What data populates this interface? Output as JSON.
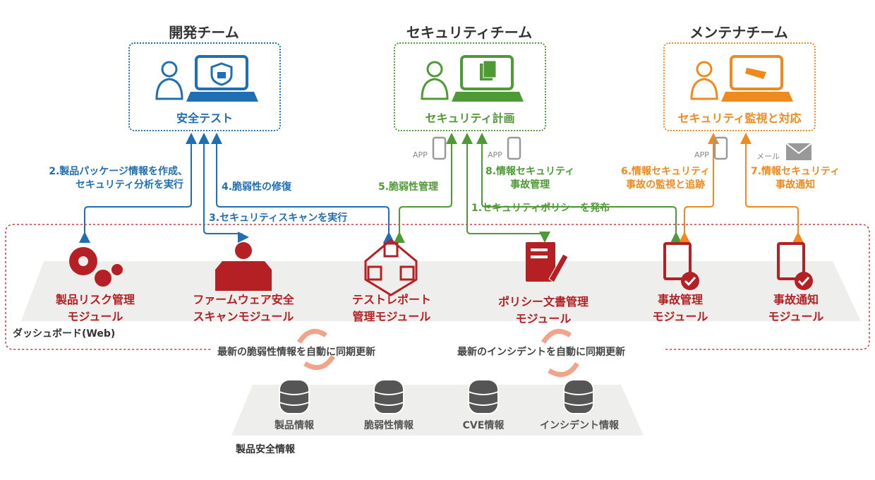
{
  "teams": [
    {
      "title": "開発チーム",
      "role": "安全テスト",
      "color": "#1f6fb2"
    },
    {
      "title": "セキュリティチーム",
      "role": "セキュリティ計画",
      "color": "#4e9a35"
    },
    {
      "title": "メンテナチーム",
      "role": "セキュリティ監視と対応",
      "color": "#ef8a1f"
    }
  ],
  "flows": {
    "f1": "1.セキュリティポリシーを発布",
    "f2a": "2.製品パッケージ情報を作成、",
    "f2b": "セキュリティ分析を実行",
    "f3": "3.セキュリティスキャンを実行",
    "f4": "4.脆弱性の修復",
    "f5": "5.脆弱性管理",
    "f6a": "6.情報セキュリティ",
    "f6b": "事故の監視と追跡",
    "f7a": "7.情報セキュリティ",
    "f7b": "事故通知",
    "f8a": "8.情報セキュリティ",
    "f8b": "事故管理"
  },
  "channels": {
    "app": "APP",
    "mail": "メール"
  },
  "modules": [
    {
      "l1": "製品リスク管理",
      "l2": "モジュール"
    },
    {
      "l1": "ファームウェア安全",
      "l2": "スキャンモジュール"
    },
    {
      "l1": "テストレポート",
      "l2": "管理モジュール"
    },
    {
      "l1": "ポリシー文書管理",
      "l2": "モジュール"
    },
    {
      "l1": "事故管理",
      "l2": "モジュール"
    },
    {
      "l1": "事故通知",
      "l2": "モジュール"
    }
  ],
  "dashboard": "ダッシュボード(Web)",
  "sync": {
    "left": "最新の脆弱性情報を自動に同期更新",
    "right": "最新のインシデントを自動に同期更新"
  },
  "databases": [
    "製品情報",
    "脆弱性情報",
    "CVE情報",
    "インシデント情報"
  ],
  "db_group": "製品安全情報",
  "colors": {
    "blue": "#1f6fb2",
    "green": "#4e9a35",
    "orange": "#ef8a1f",
    "red": "#b52025",
    "gray": "#555555"
  }
}
